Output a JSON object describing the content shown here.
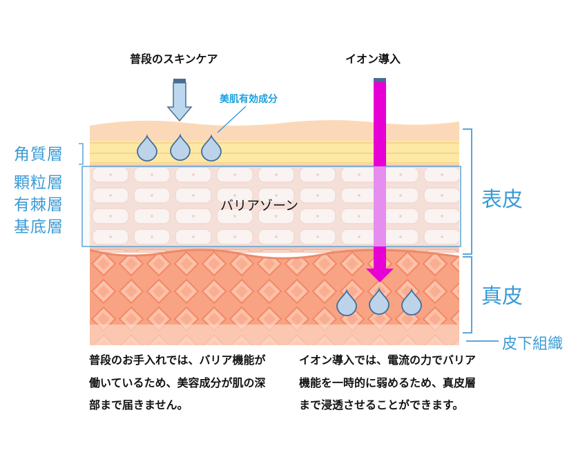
{
  "labels": {
    "normal_care": "普段のスキンケア",
    "ion_intro": "イオン導入",
    "beauty_ingredient": "美肌有効成分",
    "stratum_corneum": "角質層",
    "granular_layer": "顆粒層",
    "spinous_layer": "有棘層",
    "basal_layer": "基底層",
    "epidermis": "表皮",
    "dermis": "真皮",
    "subcutaneous": "皮下組織",
    "barrier_zone": "バリアゾーン"
  },
  "descriptions": {
    "left": "普段のお手入れでは、バリア機能が働いているため、美容成分が肌の深部まで届きません。",
    "right": "イオン導入では、電流の力でバリア機能を一時的に弱めるため、真皮層まで浸透させることができます。"
  },
  "colors": {
    "accent_blue": "#3a9bd6",
    "annotation_blue": "#1aa0e0",
    "ion_arrow": "#e600d6",
    "skin_top": "#fbd9b8",
    "corneum": "#fde8a5",
    "epidermis_cells": "#f4c6b5",
    "dermis": "#f8a88a",
    "drop_fill": "#bcd3ea",
    "drop_stroke": "#3f6d98"
  },
  "icons": {
    "down_arrow_left": "down-arrow-icon",
    "down_arrow_right": "ion-arrow-icon",
    "droplet": "droplet-icon"
  }
}
